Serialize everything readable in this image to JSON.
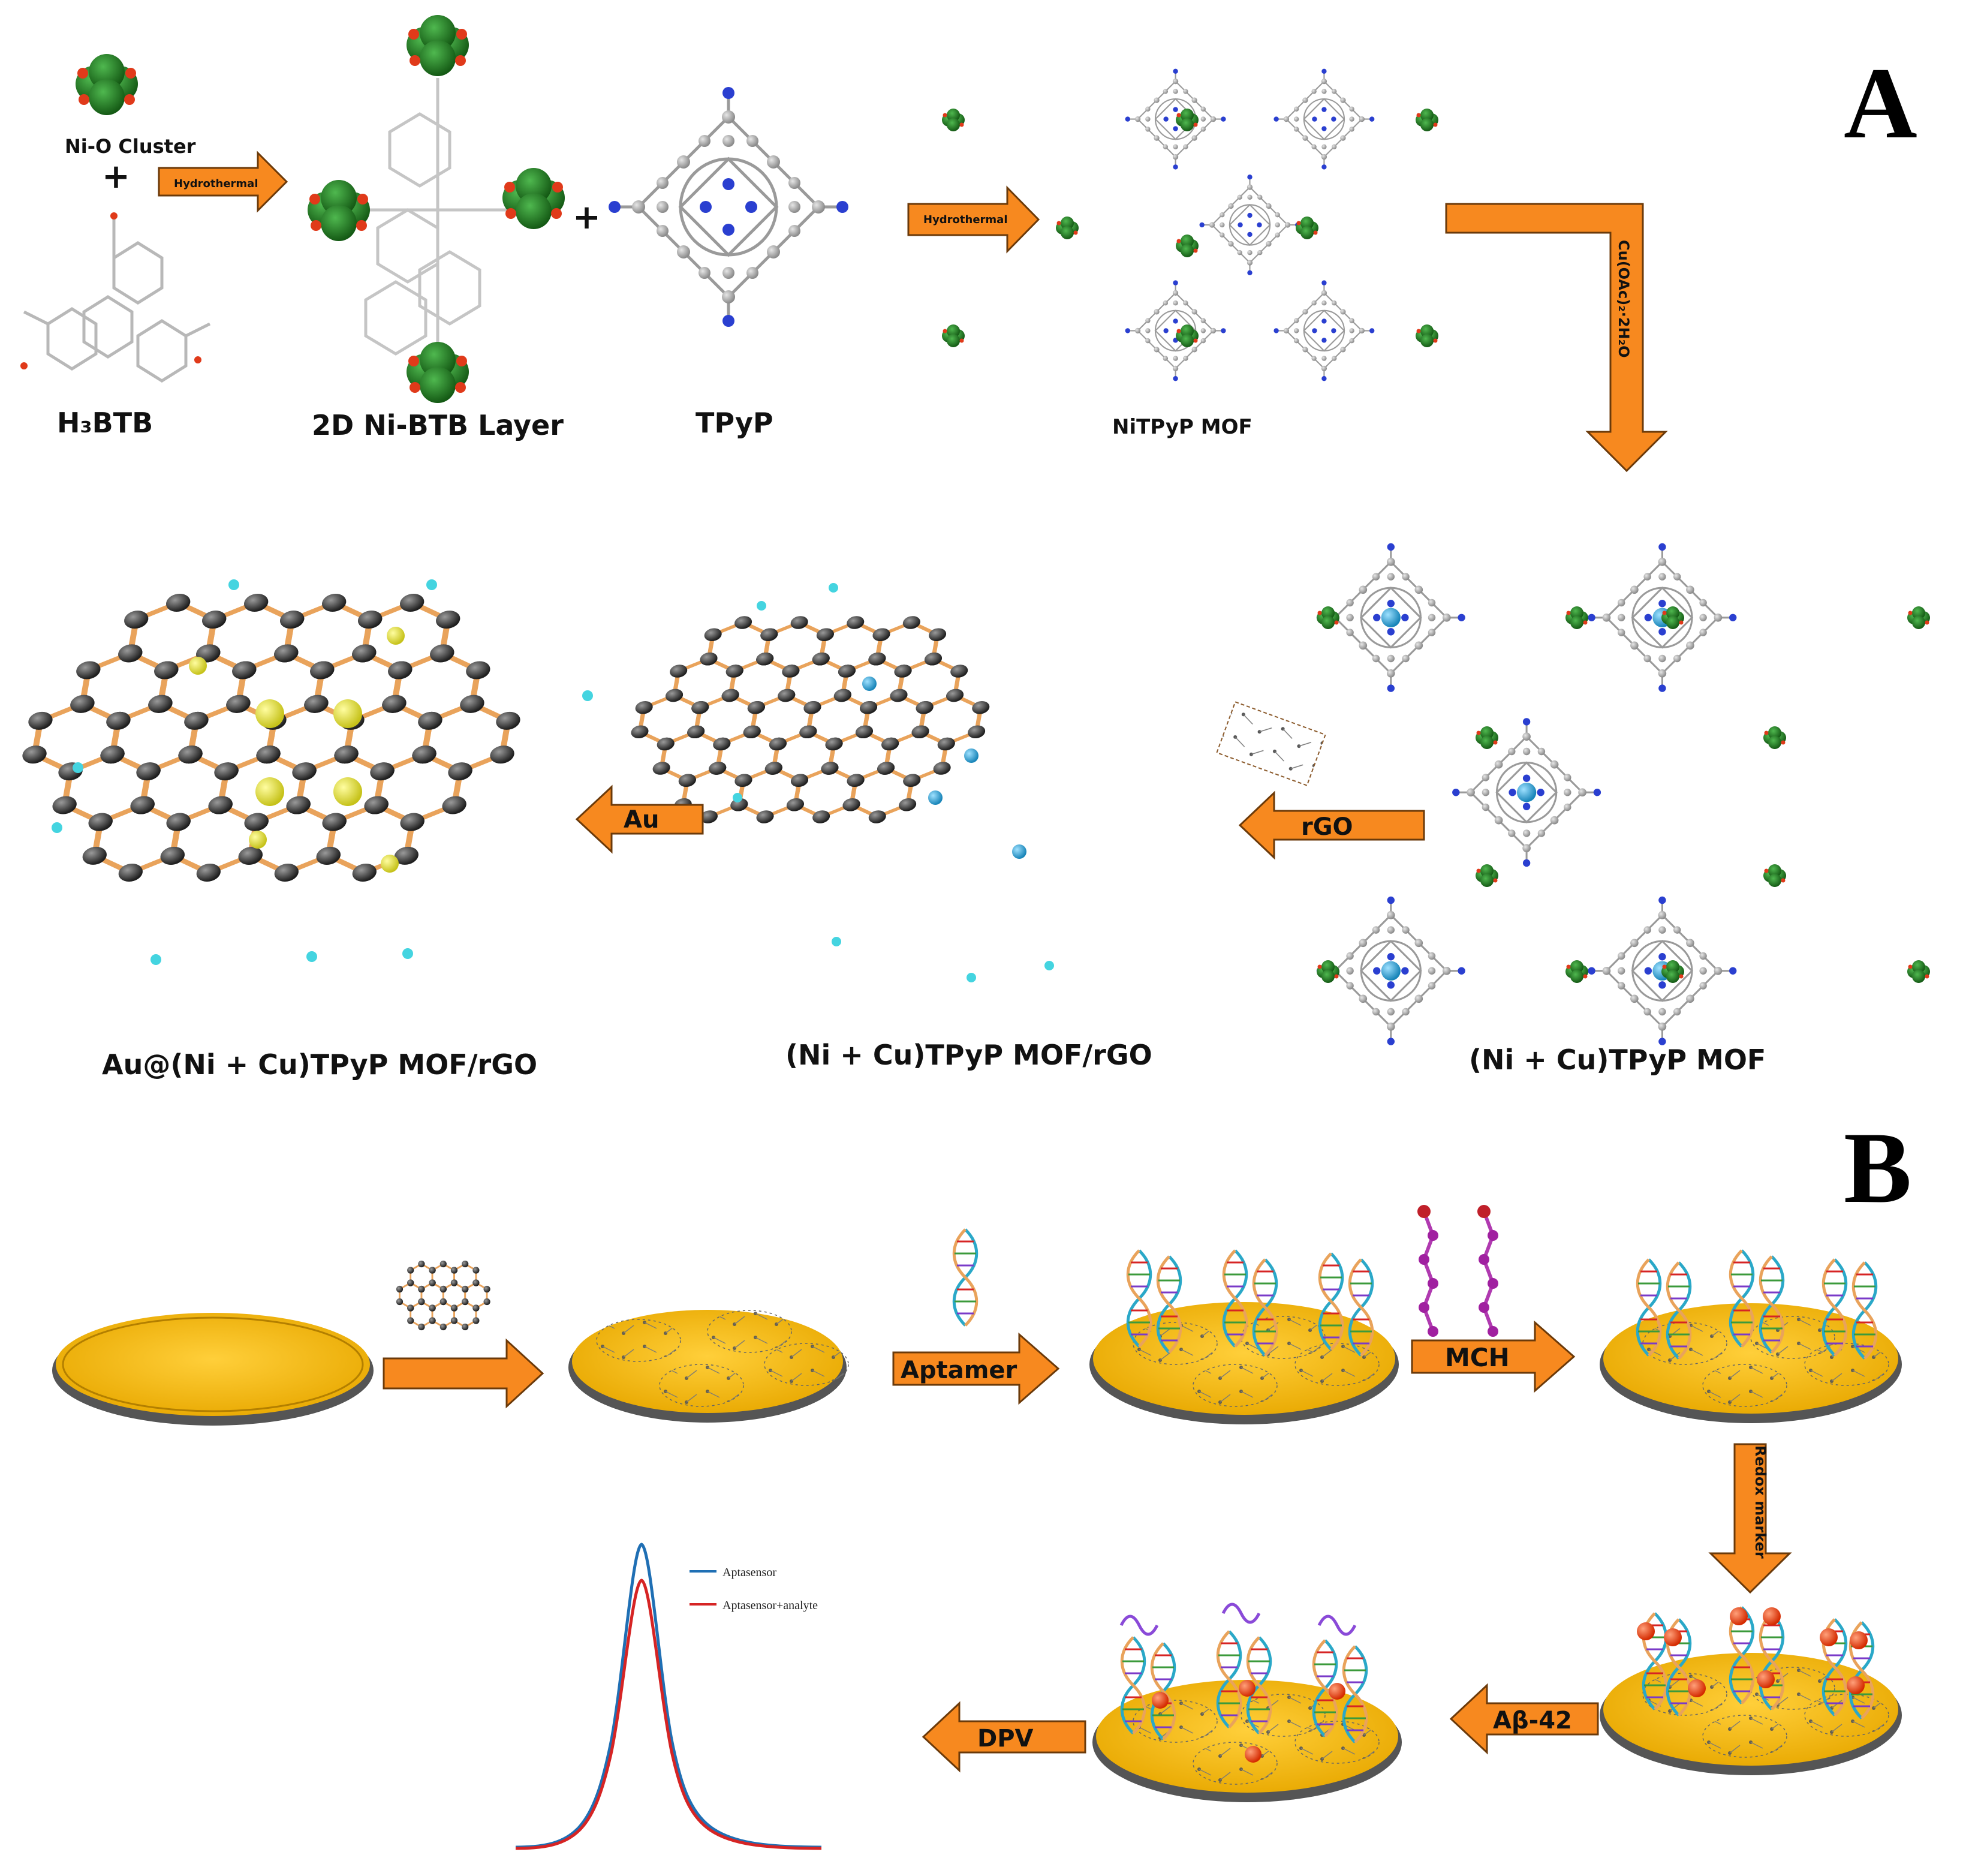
{
  "panels": {
    "a": "A",
    "b": "B"
  },
  "labels": {
    "ni_o_cluster": "Ni-O Cluster",
    "plus1": "+",
    "plus2": "+",
    "h3btb": "H₃BTB",
    "ni_btb_layer": "2D Ni-BTB Layer",
    "tpyp": "TPyP",
    "nitpyp_mof": "NiTPyP MOF",
    "nicu_mof": "(Ni + Cu)TPyP MOF",
    "nicu_mof_rgo": "(Ni + Cu)TPyP MOF/rGO",
    "au_mof_rgo": "Au@(Ni + Cu)TPyP MOF/rGO"
  },
  "arrows": {
    "hydrothermal_1": "Hydrothermal",
    "hydrothermal_2": "Hydrothermal",
    "cu_acetate": "Cu(OAc)₂·2H₂O",
    "rgo": "rGO",
    "au": "Au",
    "aptamer": "Aptamer",
    "mch": "MCH",
    "redox": "Redox marker",
    "abeta": "Aβ-42",
    "dpv": "DPV"
  },
  "dpv_legend": {
    "series1": "Aptasensor",
    "series2": "Aptasensor+analyte"
  },
  "colors": {
    "arrow_fill": "#f7891f",
    "arrow_stroke": "#6b3a0a",
    "electrode": "#f6b811",
    "electrode_rim": "#444444",
    "ni_cluster": "#1f7a1f",
    "oxygen": "#e03a1a",
    "carbon_gray": "#9a9a9a",
    "nitrogen": "#2a3fd0",
    "copper": "#29a3d6",
    "gold_np": "#e8e832",
    "graphene_ball": "#3a3a3a",
    "bond_orange": "#e9a35b",
    "hydrogen_cyan": "#44d4e0",
    "mch_purple": "#a020a0",
    "redox_ball": "#ff4a1a",
    "curve_blue": "#1f6fb4",
    "curve_red": "#d62424"
  }
}
